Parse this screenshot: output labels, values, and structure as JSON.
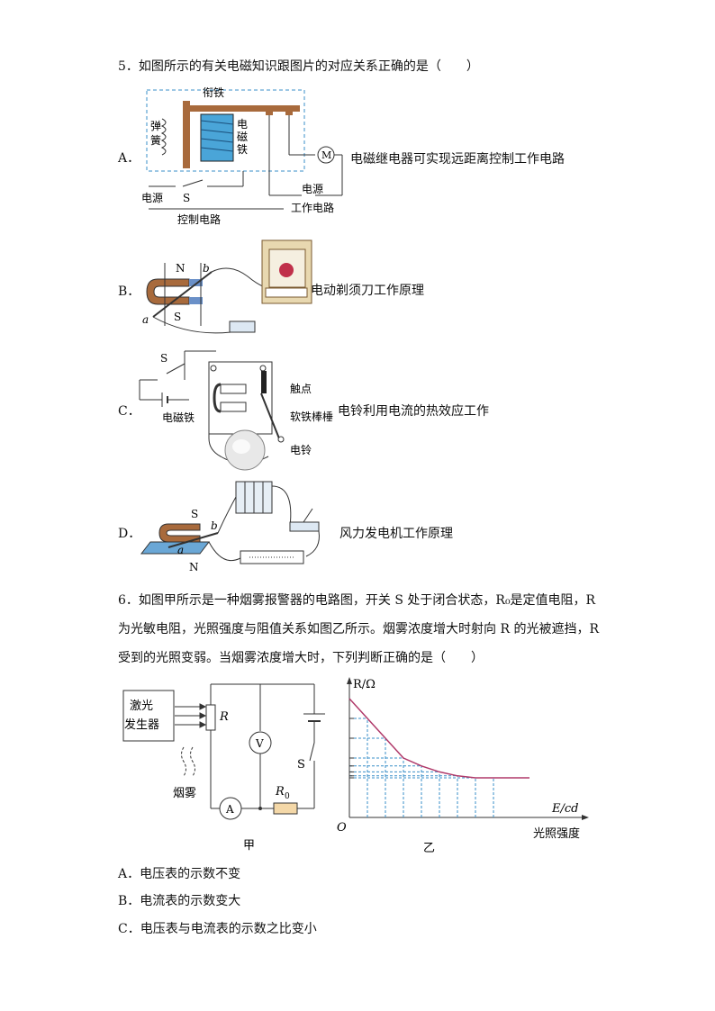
{
  "q5": {
    "stem": "5．如图所示的有关电磁知识跟图片的对应关系正确的是（　　）",
    "options": [
      {
        "letter": "A．",
        "text": "电磁继电器可实现远距离控制工作电路",
        "labels": {
          "armature": "衔铁",
          "spring_1": "弹",
          "spring_2": "簧",
          "em_1": "电",
          "em_2": "磁",
          "em_3": "铁",
          "motor": "M",
          "power_left": "电源",
          "switch": "S",
          "control": "控制电路",
          "power_right": "电源",
          "work": "工作电路"
        }
      },
      {
        "letter": "B．",
        "text": "电动剃须刀工作原理",
        "labels": {
          "n": "N",
          "s": "S",
          "a": "a",
          "b": "b"
        }
      },
      {
        "letter": "C．",
        "text": "电铃利用电流的热效应工作",
        "labels": {
          "s": "S",
          "em": "电磁铁",
          "contact": "触点",
          "hammer": "软铁棒棰",
          "bell": "电铃"
        }
      },
      {
        "letter": "D．",
        "text": "风力发电机工作原理",
        "labels": {
          "s": "S",
          "n": "N",
          "a": "a",
          "b": "b"
        }
      }
    ]
  },
  "q6": {
    "stem_lines": [
      "6．如图甲所示是一种烟雾报警器的电路图，开关 S 处于闭合状态，R₀是定值电阻，R",
      "为光敏电阻，光照强度与阻值关系如图乙所示。烟雾浓度增大时射向 R 的光被遮挡，R",
      "受到的光照变弱。当烟雾浓度增大时，下列判断正确的是（　　）"
    ],
    "circuit": {
      "laser_1": "激光",
      "laser_2": "发生器",
      "r": "R",
      "v": "V",
      "s": "S",
      "smoke": "烟雾",
      "a": "A",
      "r0": "R",
      "r0_sub": "0",
      "caption": "甲"
    },
    "graph": {
      "ylabel": "R/Ω",
      "xlabel": "E/cd",
      "origin": "O",
      "xname": "光照强度",
      "caption": "乙"
    },
    "options": [
      "A．电压表的示数不变",
      "B．电流表的示数变大",
      "C．电压表与电流表的示数之比变小"
    ]
  },
  "chart_data": {
    "type": "line",
    "title": "",
    "xlabel": "E/cd",
    "ylabel": "R/Ω",
    "x": [
      1,
      2,
      3,
      4,
      5,
      6,
      7,
      8
    ],
    "series": [
      {
        "values": [
          5.0,
          4.0,
          3.0,
          2.6,
          2.3,
          2.1,
          2.0,
          2.0
        ]
      }
    ],
    "grid": "dashed at data points",
    "color": "#b03a6a"
  }
}
